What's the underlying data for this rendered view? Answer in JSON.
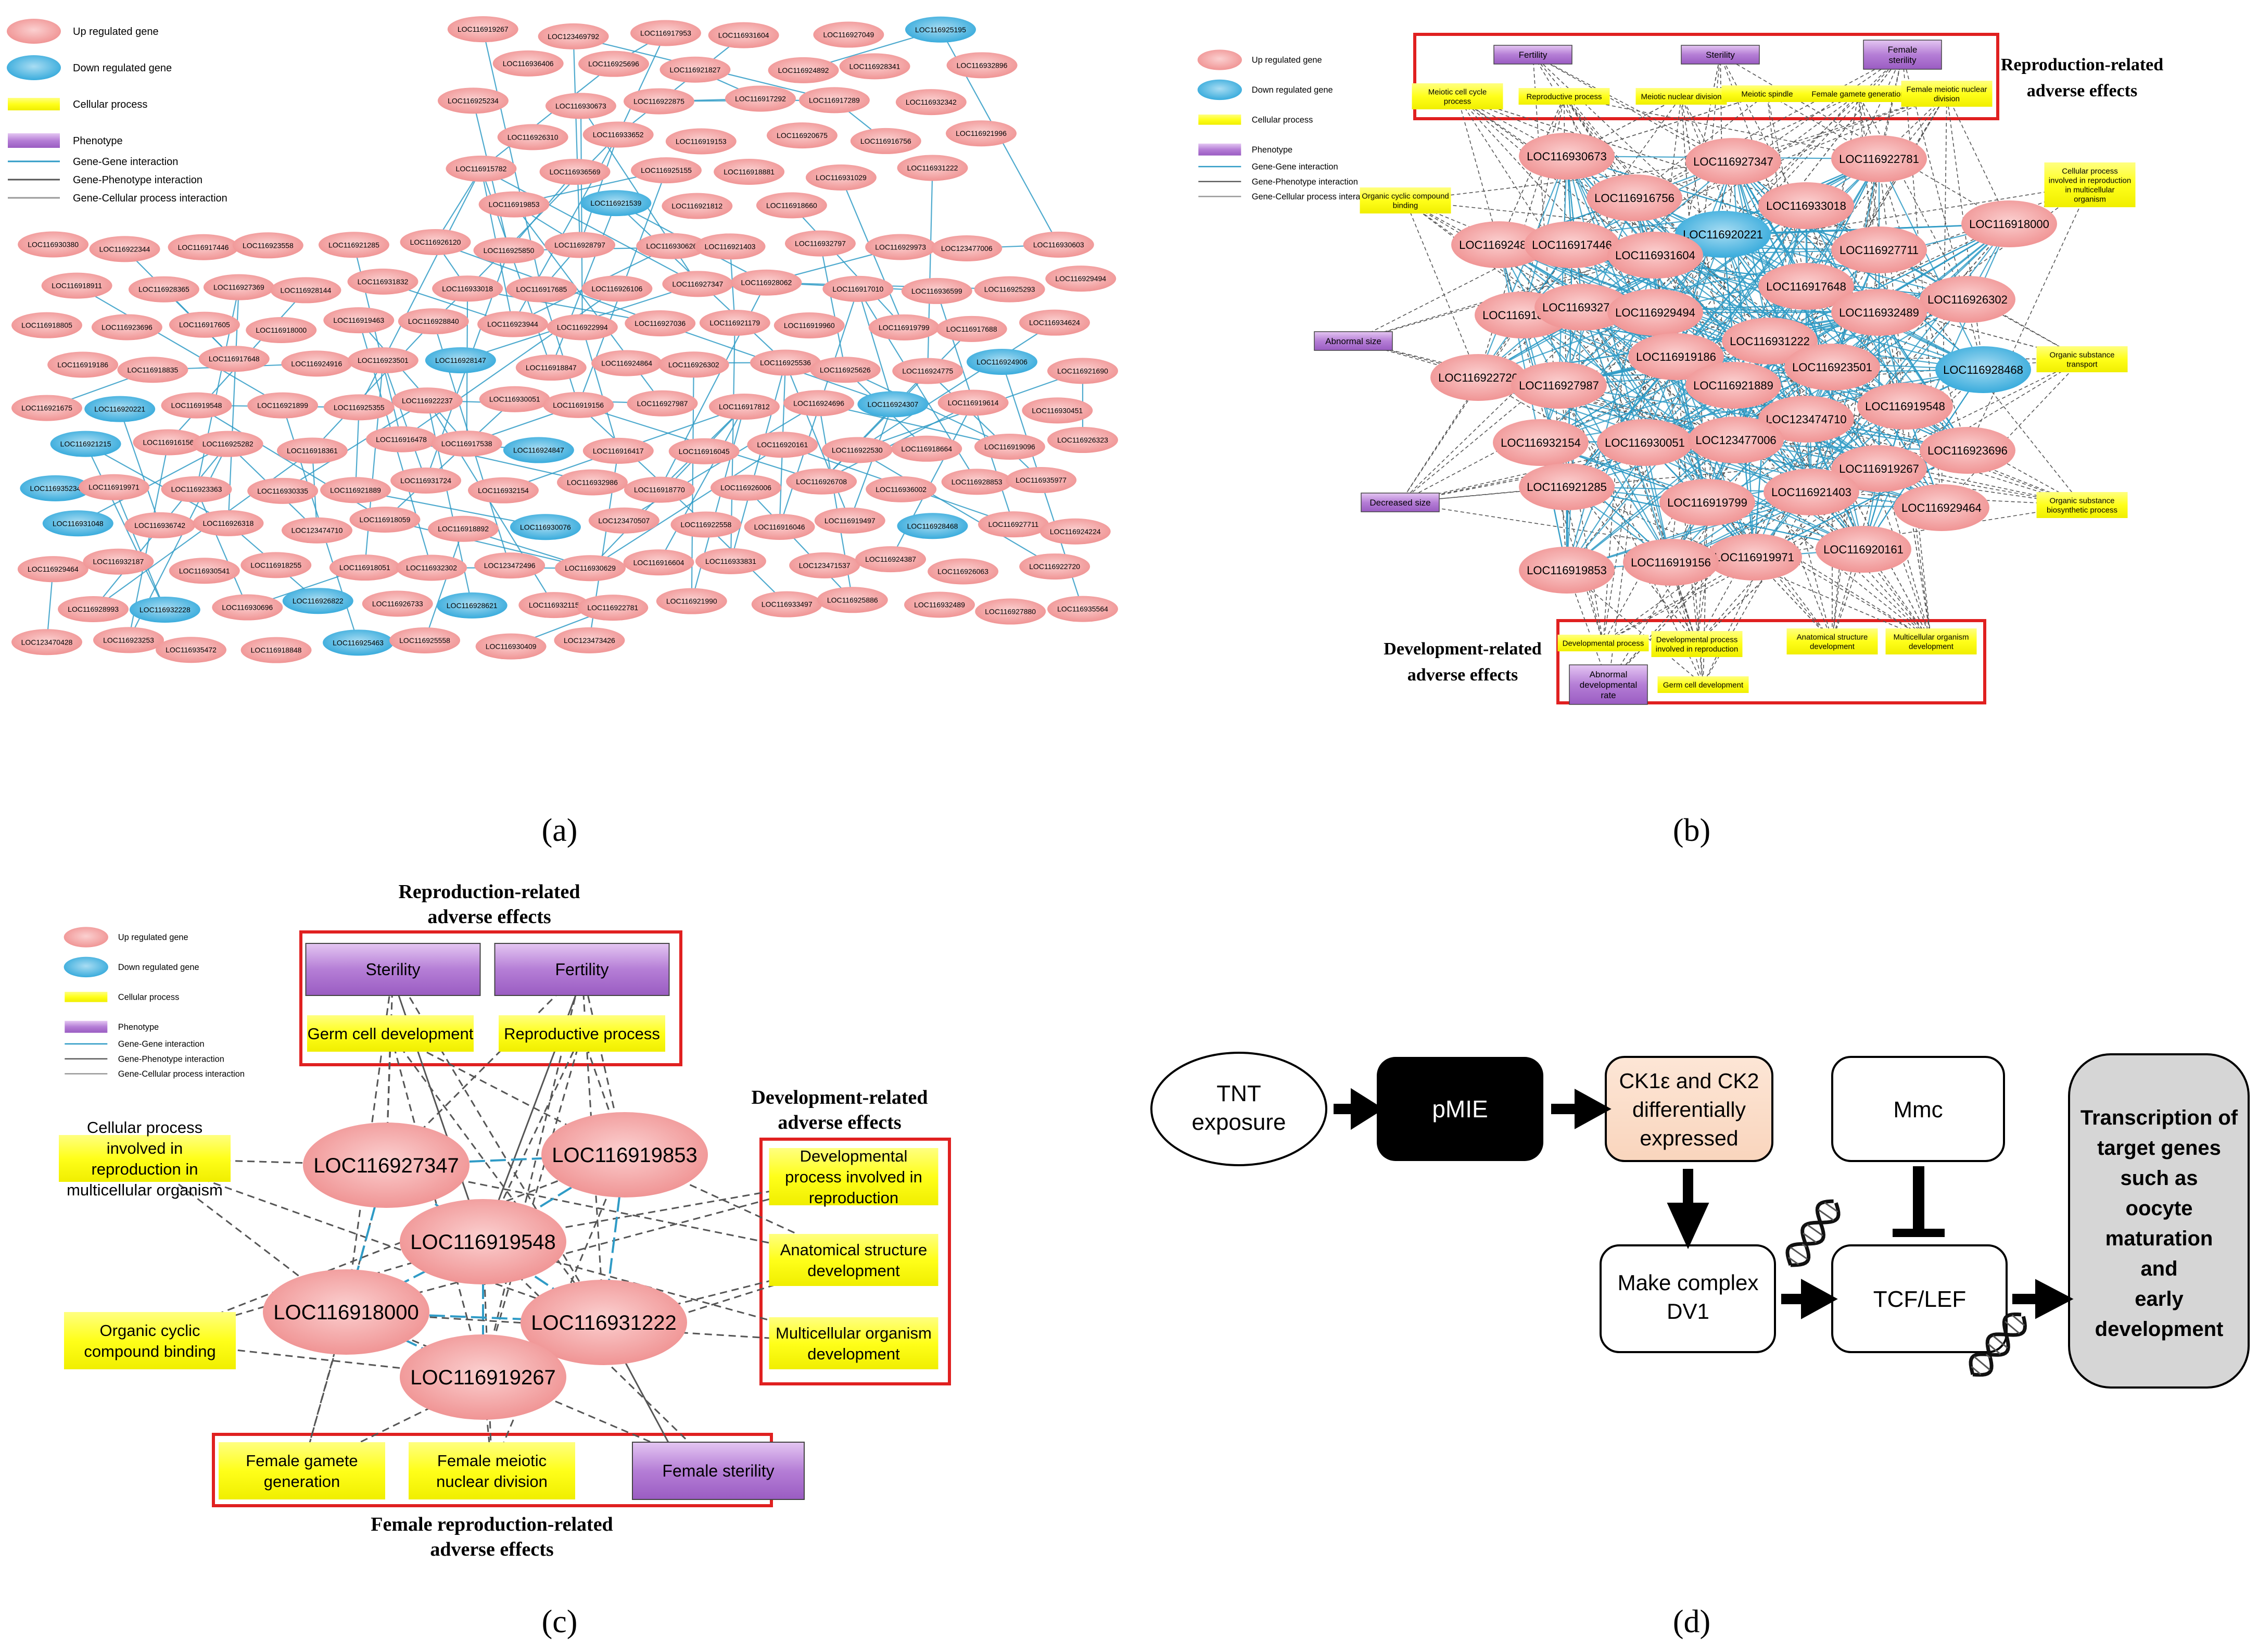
{
  "legend": {
    "up": "Up regulated gene",
    "down": "Down regulated gene",
    "cellular": "Cellular process",
    "phenotype": "Phenotype",
    "gg": "Gene-Gene interaction",
    "gp": "Gene-Phenotype interaction",
    "gc": "Gene-Cellular process interaction"
  },
  "colors": {
    "up_gene": "#f4a3a3",
    "down_gene": "#5bbde6",
    "cellular": "#ffff33",
    "phenotype": "#b57ed6",
    "gene_gene": "#2f9bc6",
    "box_red": "#e02020"
  },
  "panel_labels": {
    "a": "(a)",
    "b": "(b)",
    "c": "(c)",
    "d": "(d)"
  },
  "panel_a": {
    "genes": [
      {
        "t": "LOC116919267",
        "d": 0
      },
      {
        "t": "LOC123469792",
        "d": 0
      },
      {
        "t": "LOC116917953",
        "d": 0
      },
      {
        "t": "LOC116931604",
        "d": 0
      },
      {
        "t": "LOC116927049",
        "d": 0
      },
      {
        "t": "LOC116925195",
        "d": 1
      },
      {
        "t": "LOC116936406",
        "d": 0
      },
      {
        "t": "LOC116925696",
        "d": 0
      },
      {
        "t": "LOC116921827",
        "d": 0
      },
      {
        "t": "LOC116924892",
        "d": 0
      },
      {
        "t": "LOC116928341",
        "d": 0
      },
      {
        "t": "LOC116932896",
        "d": 0
      },
      {
        "t": "LOC116925234",
        "d": 0
      },
      {
        "t": "LOC116930673",
        "d": 0
      },
      {
        "t": "LOC116922875",
        "d": 0
      },
      {
        "t": "LOC116917292",
        "d": 0
      },
      {
        "t": "LOC116917289",
        "d": 0
      },
      {
        "t": "LOC116932342",
        "d": 0
      },
      {
        "t": "LOC116926310",
        "d": 0
      },
      {
        "t": "LOC116933652",
        "d": 0
      },
      {
        "t": "LOC116919153",
        "d": 0
      },
      {
        "t": "LOC116920675",
        "d": 0
      },
      {
        "t": "LOC116916756",
        "d": 0
      },
      {
        "t": "LOC116921996",
        "d": 0
      },
      {
        "t": "LOC116915782",
        "d": 0
      },
      {
        "t": "LOC116936569",
        "d": 0
      },
      {
        "t": "LOC116925155",
        "d": 0
      },
      {
        "t": "LOC116918881",
        "d": 0
      },
      {
        "t": "LOC116931029",
        "d": 0
      },
      {
        "t": "LOC116931222",
        "d": 0
      },
      {
        "t": "LOC116919853",
        "d": 0
      },
      {
        "t": "LOC116921539",
        "d": 1
      },
      {
        "t": "LOC116921812",
        "d": 0
      },
      {
        "t": "LOC116918660",
        "d": 0
      },
      {
        "t": "LOC116930380",
        "d": 0
      },
      {
        "t": "LOC116922344",
        "d": 0
      },
      {
        "t": "LOC116917446",
        "d": 0
      },
      {
        "t": "LOC116923558",
        "d": 0
      },
      {
        "t": "LOC116921285",
        "d": 0
      },
      {
        "t": "LOC116926120",
        "d": 0
      },
      {
        "t": "LOC116925850",
        "d": 0
      },
      {
        "t": "LOC116928797",
        "d": 0
      },
      {
        "t": "LOC116930626",
        "d": 0
      },
      {
        "t": "LOC116921403",
        "d": 0
      },
      {
        "t": "LOC116932797",
        "d": 0
      },
      {
        "t": "LOC116929973",
        "d": 0
      },
      {
        "t": "LOC123477006",
        "d": 0
      },
      {
        "t": "LOC116930603",
        "d": 0
      },
      {
        "t": "LOC116918911",
        "d": 0
      },
      {
        "t": "LOC116928365",
        "d": 0
      },
      {
        "t": "LOC116927369",
        "d": 0
      },
      {
        "t": "LOC116928144",
        "d": 0
      },
      {
        "t": "LOC116931832",
        "d": 0
      },
      {
        "t": "LOC116933018",
        "d": 0
      },
      {
        "t": "LOC116917685",
        "d": 0
      },
      {
        "t": "LOC116926106",
        "d": 0
      },
      {
        "t": "LOC116927347",
        "d": 0
      },
      {
        "t": "LOC116928062",
        "d": 0
      },
      {
        "t": "LOC116917010",
        "d": 0
      },
      {
        "t": "LOC116936599",
        "d": 0
      },
      {
        "t": "LOC116925293",
        "d": 0
      },
      {
        "t": "LOC116929494",
        "d": 0
      },
      {
        "t": "LOC116918805",
        "d": 0
      },
      {
        "t": "LOC116923696",
        "d": 0
      },
      {
        "t": "LOC116917605",
        "d": 0
      },
      {
        "t": "LOC116918000",
        "d": 0
      },
      {
        "t": "LOC116919463",
        "d": 0
      },
      {
        "t": "LOC116928840",
        "d": 0
      },
      {
        "t": "LOC116923944",
        "d": 0
      },
      {
        "t": "LOC116922994",
        "d": 0
      },
      {
        "t": "LOC116927036",
        "d": 0
      },
      {
        "t": "LOC116921179",
        "d": 0
      },
      {
        "t": "LOC116919960",
        "d": 0
      },
      {
        "t": "LOC116919799",
        "d": 0
      },
      {
        "t": "LOC116917688",
        "d": 0
      },
      {
        "t": "LOC116934624",
        "d": 0
      },
      {
        "t": "LOC116919186",
        "d": 0
      },
      {
        "t": "LOC116918835",
        "d": 0
      },
      {
        "t": "LOC116917648",
        "d": 0
      },
      {
        "t": "LOC116924916",
        "d": 0
      },
      {
        "t": "LOC116923501",
        "d": 0
      },
      {
        "t": "LOC116928147",
        "d": 1
      },
      {
        "t": "LOC116918847",
        "d": 0
      },
      {
        "t": "LOC116924864",
        "d": 0
      },
      {
        "t": "LOC116926302",
        "d": 0
      },
      {
        "t": "LOC116925536",
        "d": 0
      },
      {
        "t": "LOC116925626",
        "d": 0
      },
      {
        "t": "LOC116924775",
        "d": 0
      },
      {
        "t": "LOC116924906",
        "d": 1
      },
      {
        "t": "LOC116921690",
        "d": 0
      },
      {
        "t": "LOC116921675",
        "d": 0
      },
      {
        "t": "LOC116920221",
        "d": 1
      },
      {
        "t": "LOC116919548",
        "d": 0
      },
      {
        "t": "LOC116921899",
        "d": 0
      },
      {
        "t": "LOC116925355",
        "d": 0
      },
      {
        "t": "LOC116922237",
        "d": 0
      },
      {
        "t": "LOC116930051",
        "d": 0
      },
      {
        "t": "LOC116919156",
        "d": 0
      },
      {
        "t": "LOC116927987",
        "d": 0
      },
      {
        "t": "LOC116917812",
        "d": 0
      },
      {
        "t": "LOC116924696",
        "d": 0
      },
      {
        "t": "LOC116924307",
        "d": 1
      },
      {
        "t": "LOC116919614",
        "d": 0
      },
      {
        "t": "LOC116930451",
        "d": 0
      },
      {
        "t": "LOC116921215",
        "d": 1
      },
      {
        "t": "LOC116916156",
        "d": 0
      },
      {
        "t": "LOC116925282",
        "d": 0
      },
      {
        "t": "LOC116918361",
        "d": 0
      },
      {
        "t": "LOC116916478",
        "d": 0
      },
      {
        "t": "LOC116917538",
        "d": 0
      },
      {
        "t": "LOC116924847",
        "d": 1
      },
      {
        "t": "LOC116916417",
        "d": 0
      },
      {
        "t": "LOC116916045",
        "d": 0
      },
      {
        "t": "LOC116920161",
        "d": 0
      },
      {
        "t": "LOC116922530",
        "d": 0
      },
      {
        "t": "LOC116918664",
        "d": 0
      },
      {
        "t": "LOC116919096",
        "d": 0
      },
      {
        "t": "LOC116926323",
        "d": 0
      },
      {
        "t": "LOC116935234",
        "d": 1
      },
      {
        "t": "LOC116919971",
        "d": 0
      },
      {
        "t": "LOC116923363",
        "d": 0
      },
      {
        "t": "LOC116930335",
        "d": 0
      },
      {
        "t": "LOC116921889",
        "d": 0
      },
      {
        "t": "LOC116931724",
        "d": 0
      },
      {
        "t": "LOC116932154",
        "d": 0
      },
      {
        "t": "LOC116932986",
        "d": 0
      },
      {
        "t": "LOC116918770",
        "d": 0
      },
      {
        "t": "LOC116926006",
        "d": 0
      },
      {
        "t": "LOC116926708",
        "d": 0
      },
      {
        "t": "LOC116936002",
        "d": 0
      },
      {
        "t": "LOC116928853",
        "d": 0
      },
      {
        "t": "LOC116935977",
        "d": 0
      },
      {
        "t": "LOC116931048",
        "d": 1
      },
      {
        "t": "LOC116936742",
        "d": 0
      },
      {
        "t": "LOC116926318",
        "d": 0
      },
      {
        "t": "LOC123474710",
        "d": 0
      },
      {
        "t": "LOC116918059",
        "d": 0
      },
      {
        "t": "LOC116918892",
        "d": 0
      },
      {
        "t": "LOC116930076",
        "d": 1
      },
      {
        "t": "LOC123470507",
        "d": 0
      },
      {
        "t": "LOC116922558",
        "d": 0
      },
      {
        "t": "LOC116916046",
        "d": 0
      },
      {
        "t": "LOC116919497",
        "d": 0
      },
      {
        "t": "LOC116928468",
        "d": 1
      },
      {
        "t": "LOC116927711",
        "d": 0
      },
      {
        "t": "LOC116924224",
        "d": 0
      },
      {
        "t": "LOC116929464",
        "d": 0
      },
      {
        "t": "LOC116932187",
        "d": 0
      },
      {
        "t": "LOC116930541",
        "d": 0
      },
      {
        "t": "LOC116918255",
        "d": 0
      },
      {
        "t": "LOC116918051",
        "d": 0
      },
      {
        "t": "LOC116932302",
        "d": 0
      },
      {
        "t": "LOC123472496",
        "d": 0
      },
      {
        "t": "LOC116930629",
        "d": 0
      },
      {
        "t": "LOC116916604",
        "d": 0
      },
      {
        "t": "LOC116933831",
        "d": 0
      },
      {
        "t": "LOC123471537",
        "d": 0
      },
      {
        "t": "LOC116924387",
        "d": 0
      },
      {
        "t": "LOC116926063",
        "d": 0
      },
      {
        "t": "LOC116922720",
        "d": 0
      },
      {
        "t": "LOC116928993",
        "d": 0
      },
      {
        "t": "LOC116932228",
        "d": 1
      },
      {
        "t": "LOC116930696",
        "d": 0
      },
      {
        "t": "LOC116926822",
        "d": 1
      },
      {
        "t": "LOC116926733",
        "d": 0
      },
      {
        "t": "LOC116928621",
        "d": 1
      },
      {
        "t": "LOC116932115",
        "d": 0
      },
      {
        "t": "LOC116922781",
        "d": 0
      },
      {
        "t": "LOC116921990",
        "d": 0
      },
      {
        "t": "LOC116933497",
        "d": 0
      },
      {
        "t": "LOC116925886",
        "d": 0
      },
      {
        "t": "LOC116932489",
        "d": 0
      },
      {
        "t": "LOC116927880",
        "d": 0
      },
      {
        "t": "LOC116935564",
        "d": 0
      },
      {
        "t": "LOC123470428",
        "d": 0
      },
      {
        "t": "LOC116923253",
        "d": 0
      },
      {
        "t": "LOC116935472",
        "d": 0
      },
      {
        "t": "LOC116918848",
        "d": 0
      },
      {
        "t": "LOC116925463",
        "d": 1
      },
      {
        "t": "LOC116925558",
        "d": 0
      },
      {
        "t": "LOC116930409",
        "d": 0
      },
      {
        "t": "LOC123473426",
        "d": 0
      }
    ]
  },
  "panel_b": {
    "title_top": "Reproduction-related adverse effects",
    "title_bottom": "Development-related adverse effects",
    "genes": [
      {
        "t": "LOC116930673",
        "d": 0
      },
      {
        "t": "LOC116927347",
        "d": 0
      },
      {
        "t": "LOC116922781",
        "d": 0
      },
      {
        "t": "LOC116916756",
        "d": 0
      },
      {
        "t": "LOC116933018",
        "d": 0
      },
      {
        "t": "LOC116918000",
        "d": 0
      },
      {
        "t": "LOC116920221",
        "d": 1
      },
      {
        "t": "LOC116924892",
        "d": 0
      },
      {
        "t": "LOC116917446",
        "d": 0
      },
      {
        "t": "LOC116931604",
        "d": 0
      },
      {
        "t": "LOC116927711",
        "d": 0
      },
      {
        "t": "LOC116917648",
        "d": 0
      },
      {
        "t": "LOC116926302",
        "d": 0
      },
      {
        "t": "LOC116918847",
        "d": 0
      },
      {
        "t": "LOC116932797",
        "d": 0
      },
      {
        "t": "LOC116929494",
        "d": 0
      },
      {
        "t": "LOC116932489",
        "d": 0
      },
      {
        "t": "LOC116931222",
        "d": 0
      },
      {
        "t": "LOC116919186",
        "d": 0
      },
      {
        "t": "LOC116922720",
        "d": 0
      },
      {
        "t": "LOC116923501",
        "d": 0
      },
      {
        "t": "LOC116928468",
        "d": 1
      },
      {
        "t": "LOC116927987",
        "d": 0
      },
      {
        "t": "LOC116921889",
        "d": 0
      },
      {
        "t": "LOC123474710",
        "d": 0
      },
      {
        "t": "LOC116919548",
        "d": 0
      },
      {
        "t": "LOC116932154",
        "d": 0
      },
      {
        "t": "LOC116930051",
        "d": 0
      },
      {
        "t": "LOC123477006",
        "d": 0
      },
      {
        "t": "LOC116923696",
        "d": 0
      },
      {
        "t": "LOC116921285",
        "d": 0
      },
      {
        "t": "LOC116919267",
        "d": 0
      },
      {
        "t": "LOC116921403",
        "d": 0
      },
      {
        "t": "LOC116919799",
        "d": 0
      },
      {
        "t": "LOC116929464",
        "d": 0
      },
      {
        "t": "LOC116919971",
        "d": 0
      },
      {
        "t": "LOC116920161",
        "d": 0
      },
      {
        "t": "LOC116919853",
        "d": 0
      },
      {
        "t": "LOC116919156",
        "d": 0
      }
    ],
    "phenotypes": [
      "Fertility",
      "Sterility",
      "Female sterility",
      "Abnormal size",
      "Decreased size",
      "Abnormal developmental rate"
    ],
    "processes": [
      "Meiotic cell cycle process",
      "Reproductive process",
      "Meiotic nuclear division",
      "Meiotic spindle",
      "Female gamete generation",
      "Female meiotic nuclear division",
      "Cellular process involved in reproduction in multicellular organism",
      "Organic cyclic compound binding",
      "Organic substance transport",
      "Organic substance biosynthetic process",
      "Developmental process",
      "Developmental process involved in reproduction",
      "Anatomical structure development",
      "Multicellular organism development",
      "Germ cell development"
    ]
  },
  "panel_c": {
    "title_top": "Reproduction-related adverse effects",
    "title_right": "Development-related adverse effects",
    "title_bottom": "Female reproduction-related adverse effects",
    "genes": [
      "LOC116927347",
      "LOC116919853",
      "LOC116919548",
      "LOC116918000",
      "LOC116931222",
      "LOC116919267"
    ],
    "phenotypes": [
      "Sterility",
      "Fertility",
      "Female sterility"
    ],
    "processes": [
      "Germ cell development",
      "Reproductive process",
      "Cellular process involved in reproduction in multicellular organism",
      "Organic cyclic compound binding",
      "Developmental process involved in reproduction",
      "Anatomical structure development",
      "Multicellular organism development",
      "Female gamete generation",
      "Female meiotic nuclear division"
    ]
  },
  "panel_d": {
    "tnt": "TNT exposure",
    "pmie": "pMIE",
    "ck": "CK1ε and CK2 differentially expressed",
    "mmc": "Mmc",
    "dvl": "Make complex DV1",
    "tcf": "TCF/LEF",
    "target": "Transcription of target genes such as oocyte maturation and early development"
  }
}
